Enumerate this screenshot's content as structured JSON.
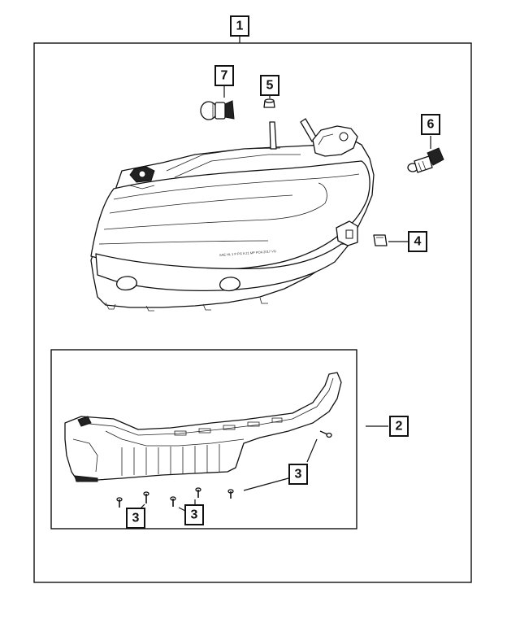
{
  "callouts": {
    "c1": "1",
    "c2": "2",
    "c3a": "3",
    "c3b": "3",
    "c3c": "3",
    "c4": "4",
    "c5": "5",
    "c6": "6",
    "c7": "7"
  },
  "lens_marking": "SAE HL 1 P PG A 21 MP POA 2017 VG"
}
